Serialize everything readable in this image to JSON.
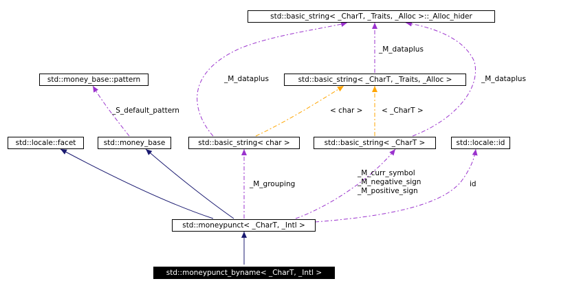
{
  "nodes": {
    "alloc_hider": "std::basic_string< _CharT, _Traits, _Alloc >::_Alloc_hider",
    "pattern": "std::money_base::pattern",
    "basic_string_full": "std::basic_string< _CharT, _Traits, _Alloc >",
    "facet": "std::locale::facet",
    "money_base": "std::money_base",
    "string_char": "std::basic_string< char >",
    "string_chart": "std::basic_string< _CharT >",
    "locale_id": "std::locale::id",
    "moneypunct": "std::moneypunct< _CharT, _Intl >",
    "moneypunct_byname": "std::moneypunct_byname< _CharT, _Intl >"
  },
  "edge_labels": {
    "dataplus_mid": "_M_dataplus",
    "dataplus_left": "_M_dataplus",
    "dataplus_right": "_M_dataplus",
    "s_default_pattern": "_S_default_pattern",
    "char_tmpl": "< char >",
    "chart_tmpl": "< _CharT >",
    "grouping": "_M_grouping",
    "curr_symbol_group": [
      "_M_curr_symbol",
      "_M_negative_sign",
      "_M_positive_sign"
    ],
    "id": "id"
  },
  "colors": {
    "inheritance": "#191970",
    "usage": "#9a32cd",
    "template": "#ffa500",
    "focus_bg": "#000000",
    "focus_text": "#ffffff"
  }
}
